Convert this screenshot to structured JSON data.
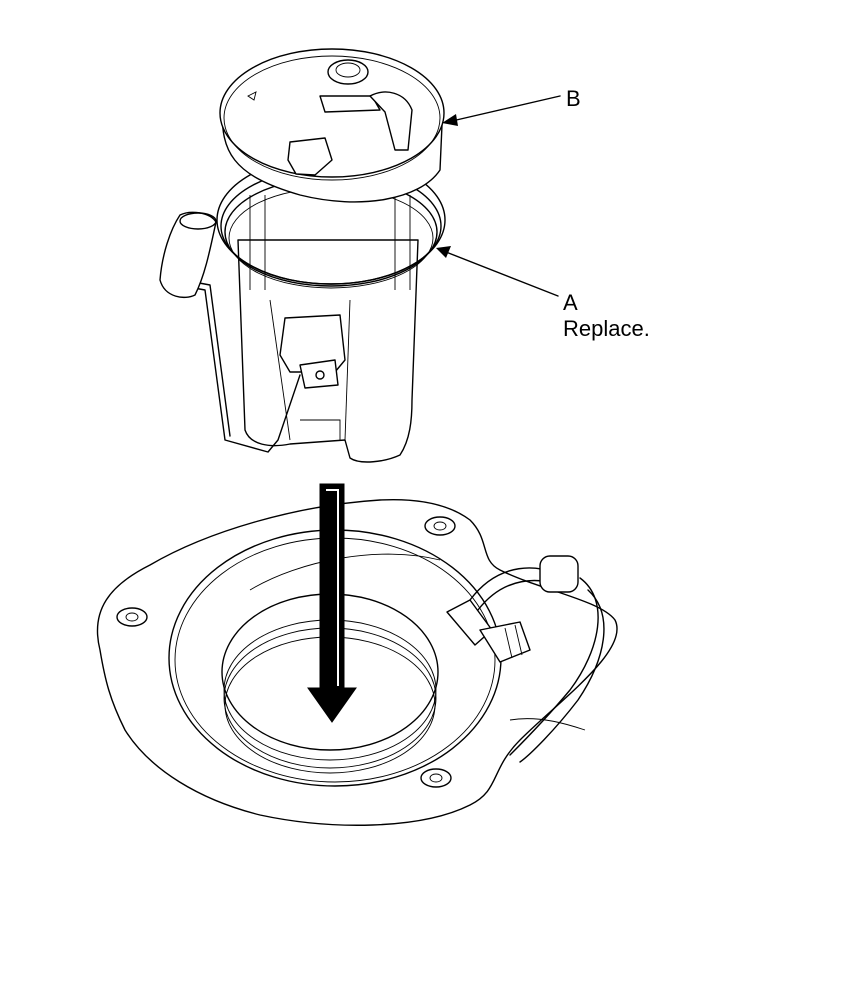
{
  "callouts": {
    "b": {
      "letter": "B"
    },
    "a": {
      "letter": "A",
      "note": "Replace."
    }
  },
  "colors": {
    "line": "#000000",
    "background": "#ffffff"
  }
}
